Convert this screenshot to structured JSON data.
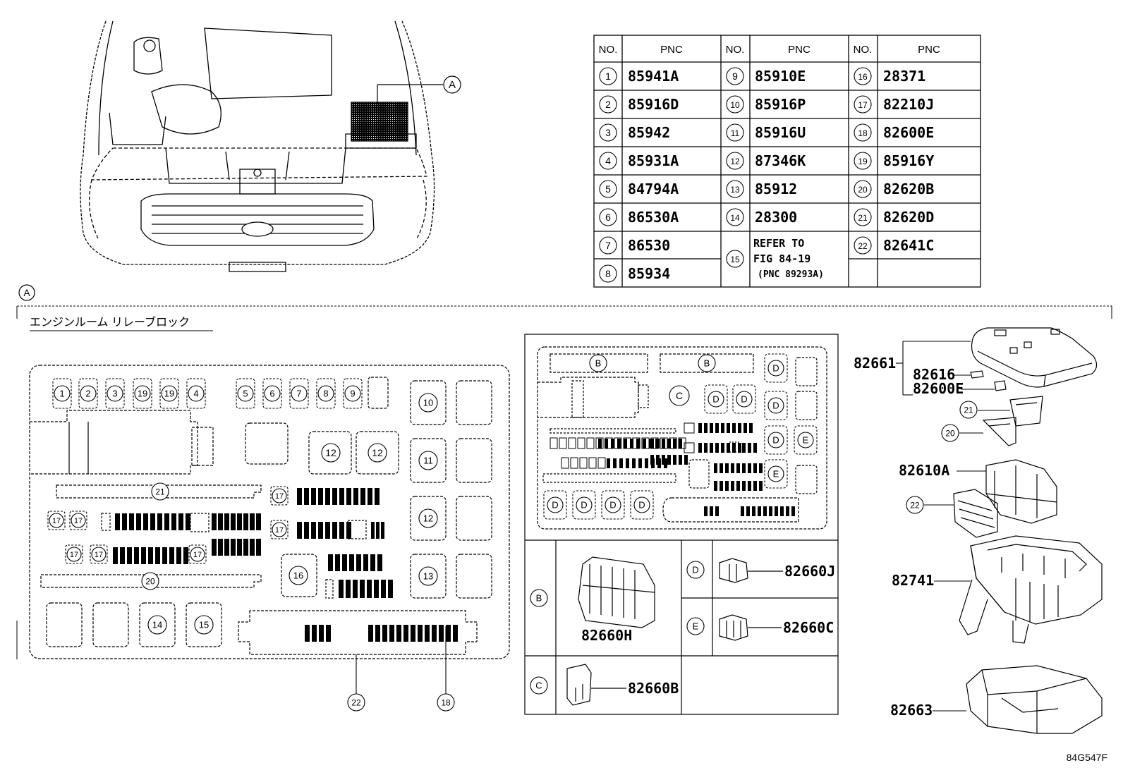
{
  "table": {
    "header": {
      "no": "NO.",
      "pnc": "PNC"
    },
    "rows": [
      {
        "no": "1",
        "pnc": "85941A"
      },
      {
        "no": "2",
        "pnc": "85916D"
      },
      {
        "no": "3",
        "pnc": "85942"
      },
      {
        "no": "4",
        "pnc": "85931A"
      },
      {
        "no": "5",
        "pnc": "84794A"
      },
      {
        "no": "6",
        "pnc": "86530A"
      },
      {
        "no": "7",
        "pnc": "86530"
      },
      {
        "no": "8",
        "pnc": "85934"
      },
      {
        "no": "9",
        "pnc": "85910E"
      },
      {
        "no": "10",
        "pnc": "85916P"
      },
      {
        "no": "11",
        "pnc": "85916U"
      },
      {
        "no": "12",
        "pnc": "87346K"
      },
      {
        "no": "13",
        "pnc": "85912"
      },
      {
        "no": "14",
        "pnc": "28300"
      },
      {
        "no": "15",
        "pnc": "REFER TO",
        "pnc2": "FIG 84-19",
        "pnc3": "(PNC 89293A)"
      },
      {
        "no": "16",
        "pnc": "28371"
      },
      {
        "no": "17",
        "pnc": "82210J"
      },
      {
        "no": "18",
        "pnc": "82600E"
      },
      {
        "no": "19",
        "pnc": "85916Y"
      },
      {
        "no": "20",
        "pnc": "82620B"
      },
      {
        "no": "21",
        "pnc": "82620D"
      },
      {
        "no": "22",
        "pnc": "82641C"
      }
    ]
  },
  "section_marker": "A",
  "section_title": "エンジンルーム リレーブロック",
  "callouts": {
    "A": "A",
    "B": "B",
    "C": "C",
    "D": "D",
    "E": "E",
    "n1": "1",
    "n2": "2",
    "n3": "3",
    "n4": "4",
    "n5": "5",
    "n6": "6",
    "n7": "7",
    "n8": "8",
    "n9": "9",
    "n10": "10",
    "n11": "11",
    "n12": "12",
    "n13": "13",
    "n14": "14",
    "n15": "15",
    "n16": "16",
    "n17": "17",
    "n18": "18",
    "n19": "19",
    "n20": "20",
    "n21": "21",
    "n22": "22"
  },
  "parts": {
    "p82661": "82661",
    "p82616": "82616",
    "p82600E": "82600E",
    "p82610A": "82610A",
    "p82741": "82741",
    "p82663": "82663",
    "p82660H": "82660H",
    "p82660J": "82660J",
    "p82660C": "82660C",
    "p82660B": "82660B"
  },
  "figure_id": "84G547F"
}
